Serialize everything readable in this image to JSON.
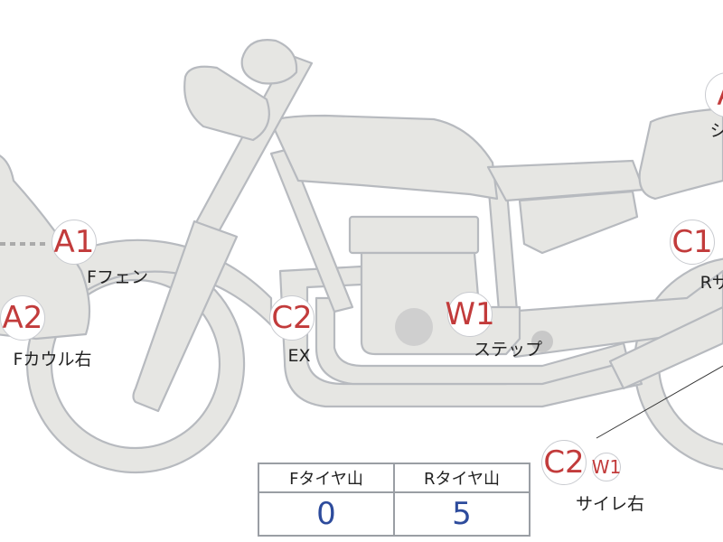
{
  "markers": [
    {
      "code": "A1",
      "label": "Fフェン"
    },
    {
      "code": "A2",
      "label": "Fカウル右"
    },
    {
      "code": "C2",
      "label": "EX"
    },
    {
      "code": "W1",
      "label": "ステップ"
    },
    {
      "code": "C1",
      "label": "Rサス"
    },
    {
      "code": "A",
      "label": "シ"
    },
    {
      "code": "C2",
      "code2": "W1",
      "label": "サイレ右"
    }
  ],
  "tire_table": {
    "headers": [
      "Fタイヤ山",
      "Rタイヤ山"
    ],
    "values": [
      "0",
      "5"
    ]
  },
  "colors": {
    "marker_text": "#c23b3b",
    "value_text": "#2d4b9c",
    "part_fill": "#e6e6e3",
    "part_stroke": "#b7babf"
  }
}
